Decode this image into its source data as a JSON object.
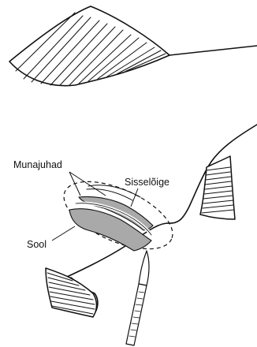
{
  "labels": {
    "oviducts": "Munajuhad",
    "incision": "Sisselõige",
    "intestine": "Sool"
  },
  "colors": {
    "ink": "#111111",
    "organ_fill": "#a9a9a9",
    "background": "#ffffff"
  }
}
